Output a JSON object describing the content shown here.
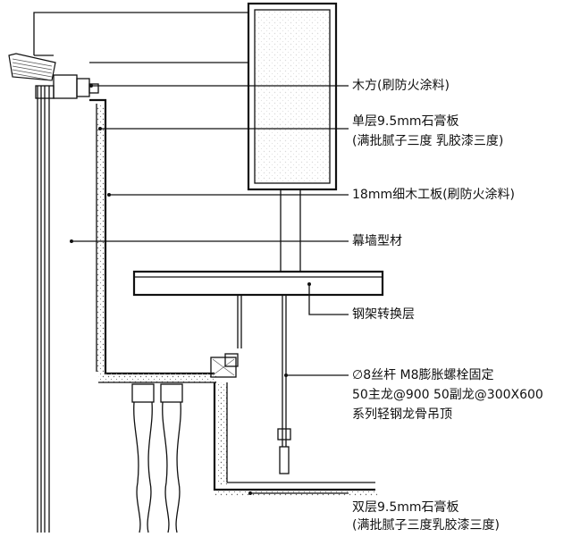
{
  "labels": {
    "wood_strip": "木方(刷防火涂料)",
    "gypsum_single_1": "单层9.5mm石膏板",
    "gypsum_single_2": "(满批腻子三度 乳胶漆三度)",
    "blockboard": "18mm细木工板(刷防火涂料)",
    "curtain_wall": "幕墙型材",
    "steel_frame": "钢架转换层",
    "hanger_1": "∅8丝杆 M8膨胀螺栓固定",
    "hanger_2": "50主龙@900  50副龙@300X600",
    "hanger_3": "系列轻钢龙骨吊顶",
    "gypsum_double_1": "双层9.5mm石膏板",
    "gypsum_double_2": "(满批腻子三度乳胶漆三度)"
  }
}
